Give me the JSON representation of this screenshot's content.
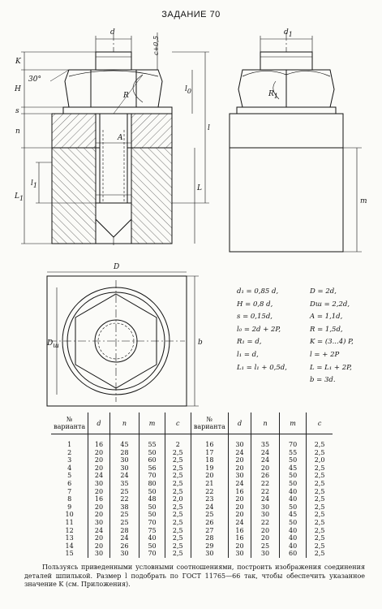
{
  "title": "ЗАДАНИЕ 70",
  "drawing_labels": {
    "d": "d",
    "d1": "d",
    "d1_sub": "1",
    "c05": "c+0,5",
    "K": "K",
    "H": "H",
    "s": "s",
    "n": "n",
    "l1": "l",
    "l1_sub": "1",
    "L1": "L",
    "L1_sub": "1",
    "A": "A",
    "R": "R",
    "R1": "R",
    "R1_sub": "1",
    "l0": "l",
    "l0_sub": "0",
    "l": "l",
    "L": "L",
    "m": "m",
    "angle": "30°",
    "D": "D",
    "Dsh": "D",
    "Dsh_sub": "ш",
    "b": "b"
  },
  "formulas": [
    [
      "d₁ = 0,85 d,",
      "D = 2d,"
    ],
    [
      "H = 0,8 d,",
      "Dш = 2,2d,"
    ],
    [
      "s = 0,15d,",
      "A = 1,1d,"
    ],
    [
      "l₀ = 2d + 2P,",
      "R = 1,5d,"
    ],
    [
      "R₁ = d,",
      "K = (3...4) P,"
    ],
    [
      "l₁ = d,",
      "l = + 2P"
    ],
    [
      "L₁ = l₁ + 0,5d,",
      "L = L₁ + 2P,"
    ],
    [
      "",
      "b = 3d."
    ]
  ],
  "table": {
    "headers": [
      "№ варианта",
      "d",
      "n",
      "m",
      "c",
      "№ варианта",
      "d",
      "n",
      "m",
      "c"
    ],
    "rows": [
      [
        "1",
        "16",
        "45",
        "55",
        "2",
        "16",
        "30",
        "35",
        "70",
        "2,5"
      ],
      [
        "2",
        "20",
        "28",
        "50",
        "2,5",
        "17",
        "24",
        "24",
        "55",
        "2,5"
      ],
      [
        "3",
        "20",
        "30",
        "60",
        "2,5",
        "18",
        "20",
        "24",
        "50",
        "2,0"
      ],
      [
        "4",
        "20",
        "30",
        "56",
        "2,5",
        "19",
        "20",
        "20",
        "45",
        "2,5"
      ],
      [
        "5",
        "24",
        "24",
        "70",
        "2,5",
        "20",
        "30",
        "26",
        "50",
        "2,5"
      ],
      [
        "6",
        "30",
        "35",
        "80",
        "2,5",
        "21",
        "24",
        "22",
        "50",
        "2,5"
      ],
      [
        "7",
        "20",
        "25",
        "50",
        "2,5",
        "22",
        "16",
        "22",
        "40",
        "2,5"
      ],
      [
        "8",
        "16",
        "22",
        "48",
        "2,0",
        "23",
        "20",
        "24",
        "40",
        "2,5"
      ],
      [
        "9",
        "20",
        "38",
        "50",
        "2,5",
        "24",
        "20",
        "30",
        "50",
        "2,5"
      ],
      [
        "10",
        "20",
        "25",
        "50",
        "2,5",
        "25",
        "20",
        "30",
        "45",
        "2,5"
      ],
      [
        "11",
        "30",
        "25",
        "70",
        "2,5",
        "26",
        "24",
        "22",
        "50",
        "2,5"
      ],
      [
        "12",
        "24",
        "28",
        "75",
        "2,5",
        "27",
        "16",
        "20",
        "40",
        "2,5"
      ],
      [
        "13",
        "20",
        "24",
        "40",
        "2,5",
        "28",
        "16",
        "20",
        "40",
        "2,5"
      ],
      [
        "14",
        "20",
        "26",
        "50",
        "2,5",
        "29",
        "20",
        "25",
        "40",
        "2,5"
      ],
      [
        "15",
        "30",
        "30",
        "70",
        "2,5",
        "30",
        "30",
        "30",
        "60",
        "2,5"
      ]
    ]
  },
  "note": "Пользуясь приведенными условными соотношениями, построить изображения соединения деталей шпилькой. Размер l подобрать по ГОСТ 11765—66 так, чтобы обеспечить указанное значение K (см. Приложения)."
}
